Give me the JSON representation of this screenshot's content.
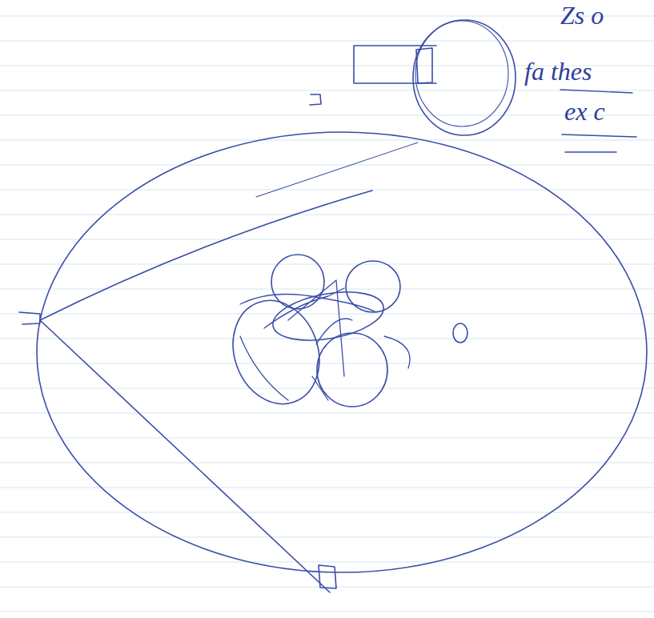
{
  "diagram": {
    "labels": [
      "Zs o",
      "fa thes",
      "ex c"
    ]
  }
}
